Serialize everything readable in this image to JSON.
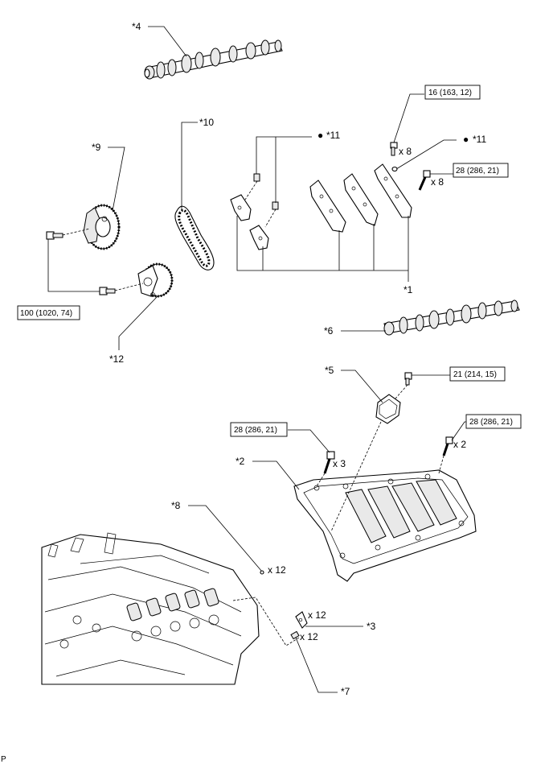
{
  "callouts": {
    "c1": "*1",
    "c2": "*2",
    "c3": "*3",
    "c4": "*4",
    "c5": "*5",
    "c6": "*6",
    "c7": "*7",
    "c8": "*8",
    "c9": "*9",
    "c10": "*10",
    "c11a": "*11",
    "c11b": "*11",
    "c12": "*12"
  },
  "quantities": {
    "q_x8_bolt": "x 8",
    "q_x8_stud": "x 8",
    "q_x2": "x 2",
    "q_x3": "x 3",
    "q_x12_a": "x 12",
    "q_x12_b": "x 12",
    "q_x12_c": "x 12"
  },
  "torque_specs": {
    "t_16": "16 (163, 12)",
    "t_28_a": "28 (286, 21)",
    "t_100": "100 (1020, 74)",
    "t_21": "21 (214, 15)",
    "t_28_b": "28 (286, 21)",
    "t_28_c": "28 (286, 21)"
  },
  "symbols": {
    "bullet": "●"
  },
  "footer": {
    "code": "P"
  },
  "colors": {
    "line": "#000000",
    "background": "#ffffff",
    "shade": "#e9e9e9"
  }
}
